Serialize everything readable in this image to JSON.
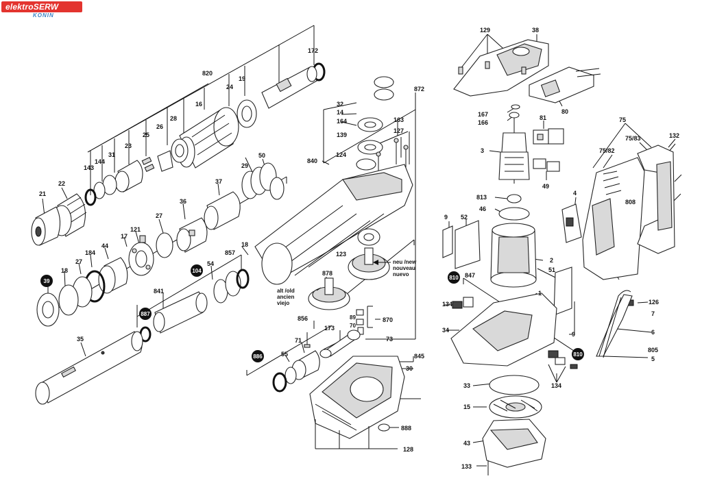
{
  "watermark": {
    "title": "elektroSERW",
    "subtitle": "KONIN",
    "color": "#e3342f"
  },
  "labels": {
    "l172": "172",
    "l820": "820",
    "l19": "19",
    "l24": "24",
    "l16": "16",
    "l28": "28",
    "l26": "26",
    "l25": "25",
    "l23": "23",
    "l31": "31",
    "l144": "144",
    "l143": "143",
    "l21": "21",
    "l22": "22",
    "l29": "29",
    "l50": "50",
    "l37": "37",
    "l36": "36",
    "l27a": "27",
    "l121": "121",
    "l17": "17",
    "l44": "44",
    "l184": "184",
    "l27b": "27",
    "l18a": "18",
    "l39": "39",
    "l104": "104",
    "l54": "54",
    "l857": "857",
    "l18b": "18",
    "l841": "841",
    "l887": "887",
    "l35": "35",
    "l872": "872",
    "l32": "32",
    "l14": "14",
    "l164": "164",
    "l163": "163",
    "l139": "139",
    "l127": "127",
    "l840": "840",
    "l124": "124",
    "l878": "878",
    "l123": "123",
    "l870": "870",
    "l856": "856",
    "l173": "173",
    "l71": "71",
    "l73": "73",
    "l886": "886",
    "l55": "55",
    "l845": "845",
    "l30": "30",
    "l888": "888",
    "l128": "128",
    "l129": "129",
    "l38": "38",
    "l167": "167",
    "l166": "166",
    "l80": "80",
    "l81": "81",
    "l3": "3",
    "l49": "49",
    "l813": "813",
    "l46": "46",
    "l9a": "9",
    "l52": "52",
    "l2": "2",
    "l51": "51",
    "l810a": "810",
    "l847": "847",
    "l1": "1",
    "l134a": "134",
    "l34": "34",
    "l9b": "9",
    "l810b": "810",
    "l134b": "134",
    "l33": "33",
    "l15": "15",
    "l43": "43",
    "l133": "133",
    "l75": "75",
    "l7583": "75/83",
    "l7582": "75/82",
    "l132": "132",
    "l4": "4",
    "l808": "808",
    "l126": "126",
    "l7": "7",
    "l6": "6",
    "l805": "805",
    "l5": "5"
  },
  "callouts": {
    "new": [
      "neu /new",
      "nouveau",
      "nuevo"
    ],
    "old": [
      "alt /old",
      "ancien",
      "viejo"
    ],
    "g89": "89",
    "g70": "70"
  }
}
